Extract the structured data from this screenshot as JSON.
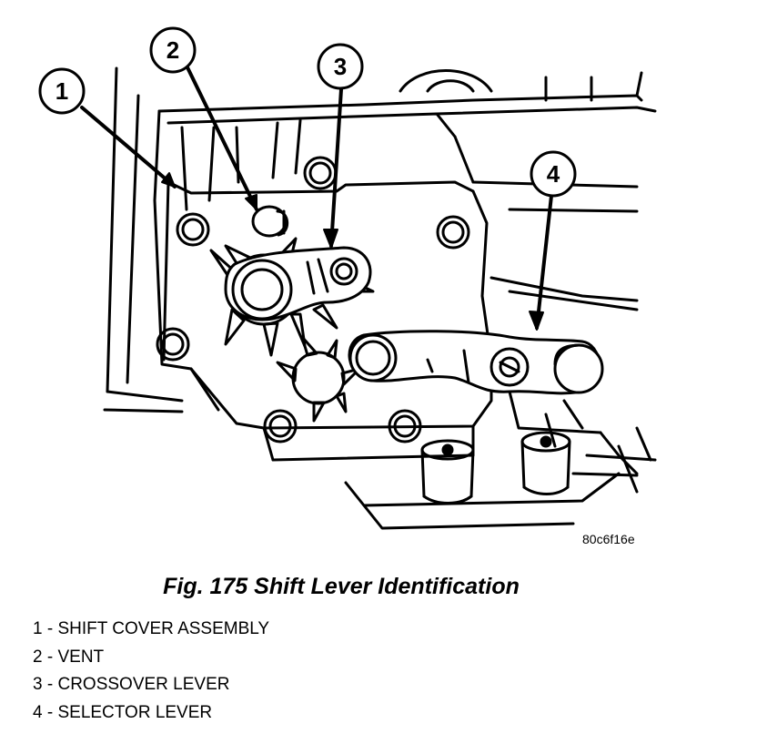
{
  "figure": {
    "code": "80c6f16e",
    "caption": "Fig. 175 Shift Lever Identification"
  },
  "callouts": [
    {
      "number": "1",
      "text": "SHIFT COVER ASSEMBLY"
    },
    {
      "number": "2",
      "text": "VENT"
    },
    {
      "number": "3",
      "text": "CROSSOVER LEVER"
    },
    {
      "number": "4",
      "text": "SELECTOR LEVER"
    }
  ],
  "legend_separator": " - "
}
